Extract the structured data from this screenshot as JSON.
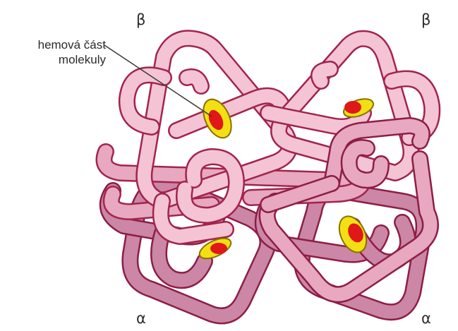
{
  "labels": {
    "beta_left": "β",
    "beta_right": "β",
    "alpha_left": "α",
    "alpha_right": "α",
    "heme_callout_line1": "hemová část",
    "heme_callout_line2": "molekuly"
  },
  "colors": {
    "beta_ribbon_fill": "#f4c4d4",
    "alpha_ribbon_fill": "#cc86a6",
    "ribbon_outline": "#a3234c",
    "heme_disc": "#f3e014",
    "heme_disc_outline": "#8a7100",
    "heme_core": "#e01818",
    "background": "#ffffff"
  },
  "icons": {
    "heme_group": "heme-disc-icon"
  }
}
